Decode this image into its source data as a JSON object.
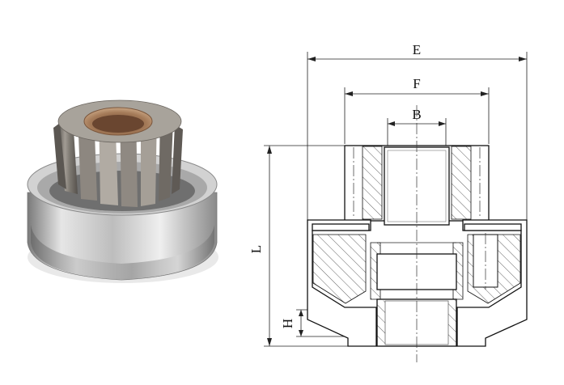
{
  "dimensions": {
    "E": "E",
    "F": "F",
    "B": "B",
    "L": "L",
    "H": "H"
  },
  "colors": {
    "metal_light": "#d9d9d9",
    "metal_dark": "#6b6b6b",
    "bronze": "#b88f6b",
    "line": "#111111"
  }
}
